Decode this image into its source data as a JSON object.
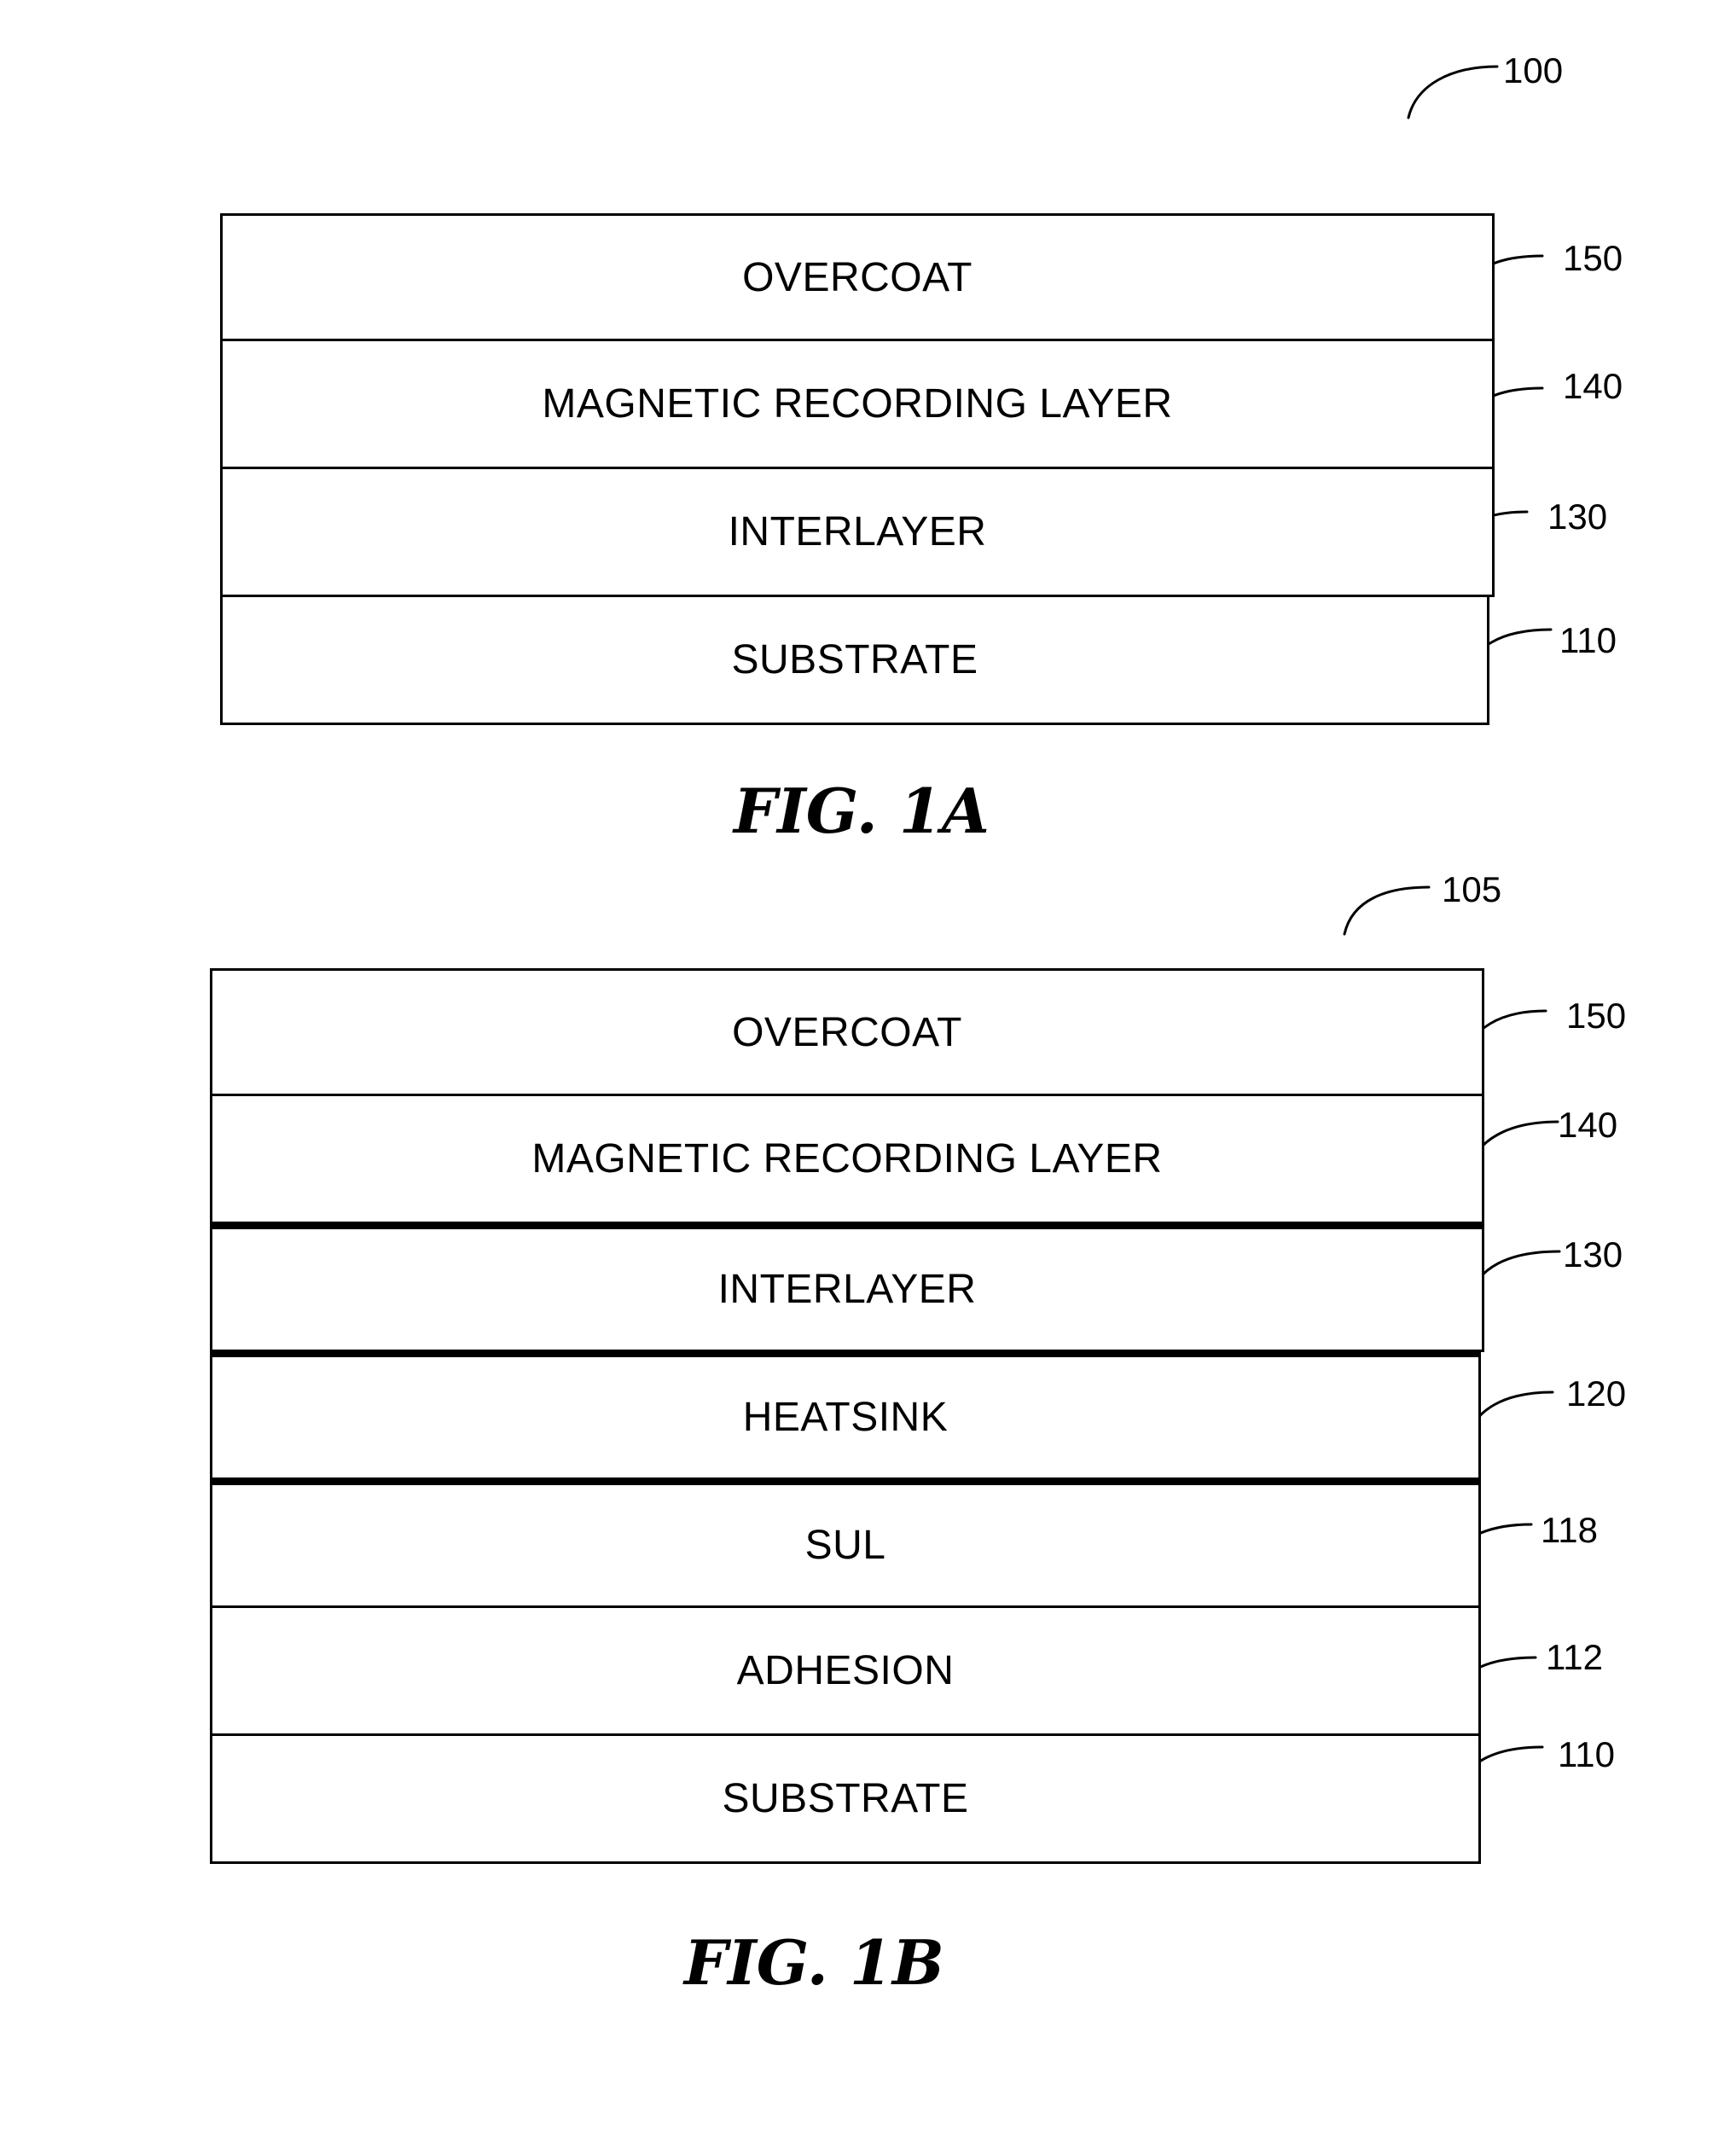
{
  "figure_1a": {
    "title": "FIG. 1A",
    "ref": "100",
    "layers": [
      {
        "label": "OVERCOAT",
        "ref": "150"
      },
      {
        "label": "MAGNETIC RECORDING LAYER",
        "ref": "140"
      },
      {
        "label": "INTERLAYER",
        "ref": "130"
      },
      {
        "label": "SUBSTRATE",
        "ref": "110"
      }
    ]
  },
  "figure_1b": {
    "title": "FIG. 1B",
    "ref": "105",
    "layers": [
      {
        "label": "OVERCOAT",
        "ref": "150"
      },
      {
        "label": "MAGNETIC RECORDING LAYER",
        "ref": "140"
      },
      {
        "label": "INTERLAYER",
        "ref": "130"
      },
      {
        "label": "HEATSINK",
        "ref": "120"
      },
      {
        "label": "SUL",
        "ref": "118"
      },
      {
        "label": "ADHESION",
        "ref": "112"
      },
      {
        "label": "SUBSTRATE",
        "ref": "110"
      }
    ]
  }
}
